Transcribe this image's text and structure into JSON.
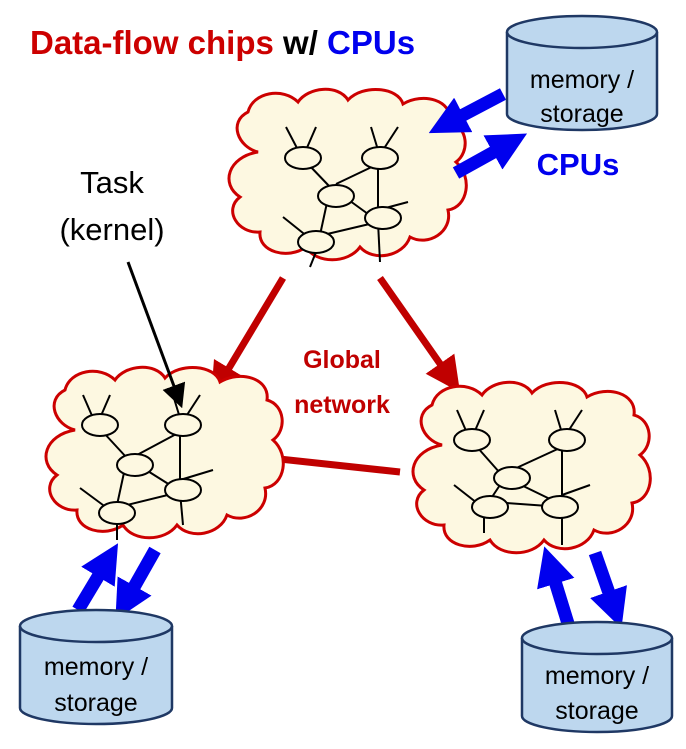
{
  "title": {
    "part1": "Data-flow chips",
    "part2": " w/ ",
    "part3": "CPUs"
  },
  "labels": {
    "cpus": "CPUs",
    "task_line1": "Task",
    "task_line2": "(kernel)",
    "network_line1": "Global",
    "network_line2": "network"
  },
  "storage": {
    "line1": "memory /",
    "line2": "storage"
  },
  "colors": {
    "red": "#cc0000",
    "dark_red": "#c00000",
    "blue": "#0000ee",
    "cloud_fill": "#fdf8e1",
    "storage_fill": "#bdd7ee",
    "storage_stroke": "#1f3864"
  }
}
